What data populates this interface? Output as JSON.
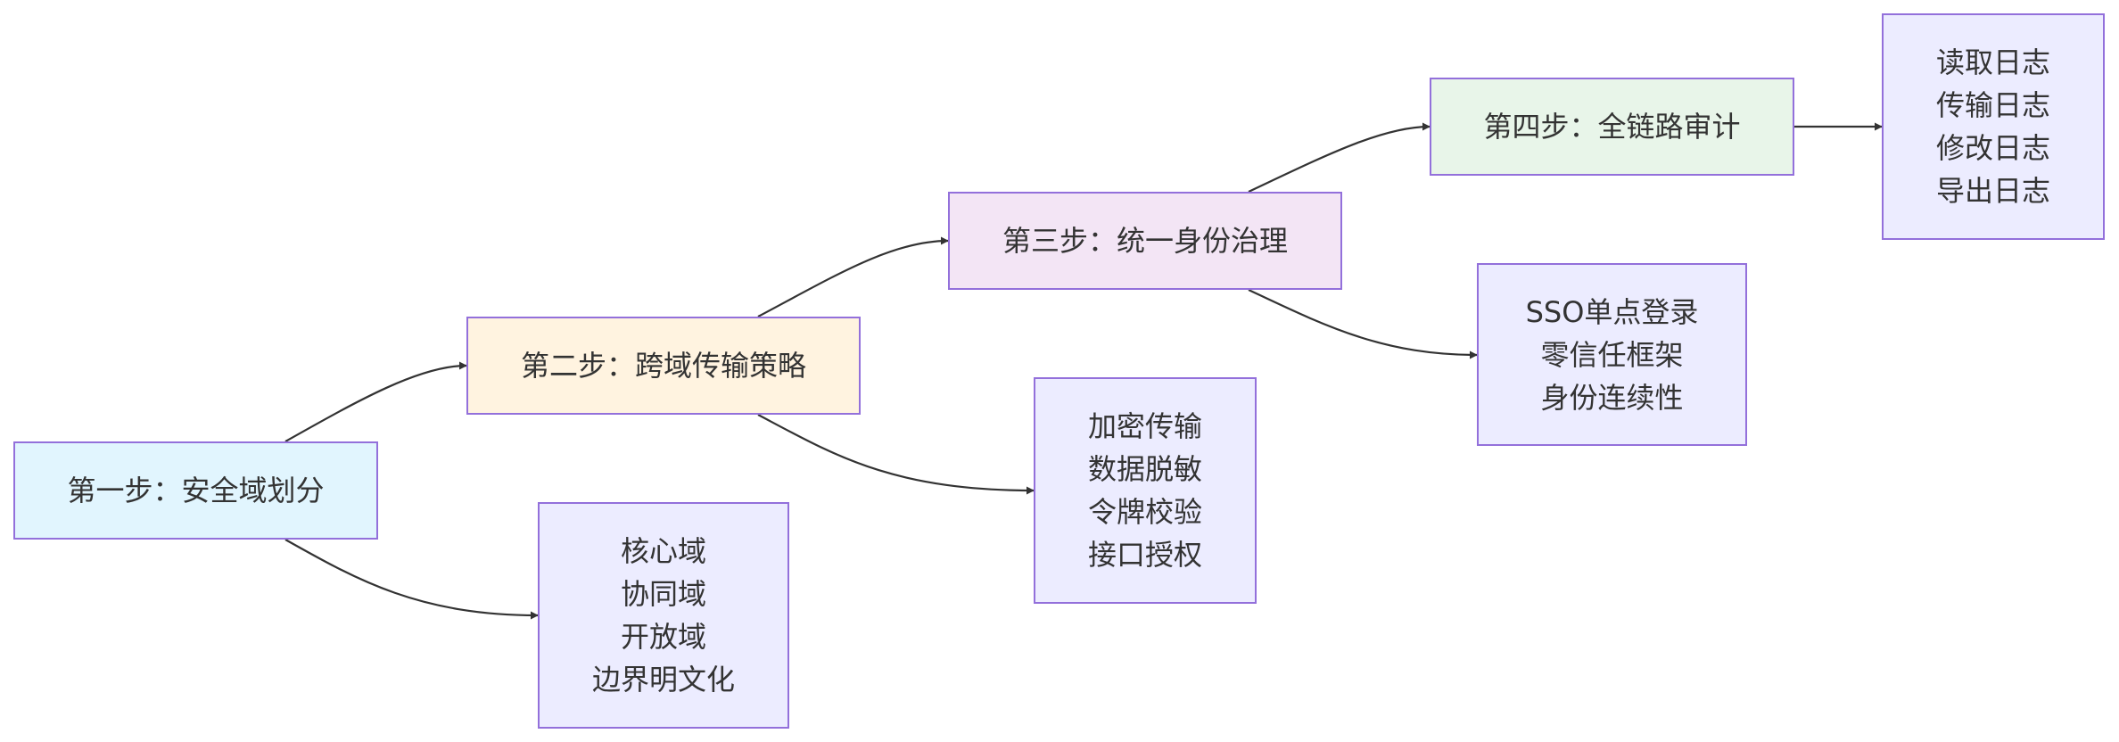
{
  "colors": {
    "border": "#9370db",
    "text": "#333333",
    "edge": "#333333",
    "step1_fill": "#e1f5fe",
    "step2_fill": "#fff3e0",
    "step3_fill": "#f3e5f5",
    "step4_fill": "#e8f5e9",
    "detail_fill": "#ececff"
  },
  "nodes": {
    "step1": {
      "label": "第一步：安全域划分"
    },
    "step2": {
      "label": "第二步：跨域传输策略"
    },
    "step3": {
      "label": "第三步：统一身份治理"
    },
    "step4": {
      "label": "第四步：全链路审计"
    },
    "domains": {
      "lines": [
        "核心域",
        "协同域",
        "开放域",
        "边界明文化"
      ]
    },
    "transfer": {
      "lines": [
        "加密传输",
        "数据脱敏",
        "令牌校验",
        "接口授权"
      ]
    },
    "identity": {
      "lines": [
        "SSO单点登录",
        "零信任框架",
        "身份连续性"
      ]
    },
    "audit": {
      "lines": [
        "读取日志",
        "传输日志",
        "修改日志",
        "导出日志"
      ]
    }
  }
}
